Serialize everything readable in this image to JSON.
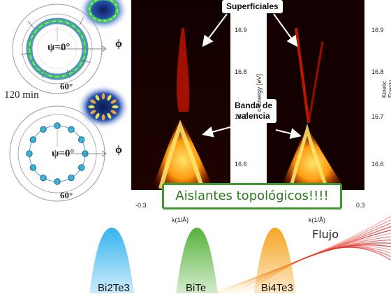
{
  "polar_plots": {
    "top_psi_label": "ψ=0°",
    "top_angle_label": "60°",
    "top_phi_label": "ϕ",
    "time_label": "120 min",
    "bottom_psi_label": "ψ=0°",
    "bottom_angle_label": "60°",
    "bottom_phi_label": "ϕ"
  },
  "arpes": {
    "callout_surface": "Superficiales",
    "callout_valence_line1": "Banda de",
    "callout_valence_line2": "valencia",
    "y_ticks_left": [
      "16.9",
      "16.8",
      "16.7",
      "16.6"
    ],
    "y_ticks_right": [
      "16.9",
      "16.8",
      "16.7",
      "16.6"
    ],
    "y_axis_label_left": "c Energy [eV]",
    "y_axis_label_right": "Kinetic Energy [eV]",
    "x_tick_left": "-0.3",
    "x_tick_right": "0.3",
    "x_axis_label_left": "k(1/Å)",
    "x_axis_label_right": "k(1/Å)",
    "banner": "Aislantes topológicos!!!!"
  },
  "sources": {
    "flux_label": "Flujo",
    "cones": [
      {
        "label": "Bi2Te3",
        "color": "#36b3ef"
      },
      {
        "label": "BiTe",
        "color": "#55b23a"
      },
      {
        "label": "Bi4Te3",
        "color": "#f5a623"
      }
    ]
  }
}
